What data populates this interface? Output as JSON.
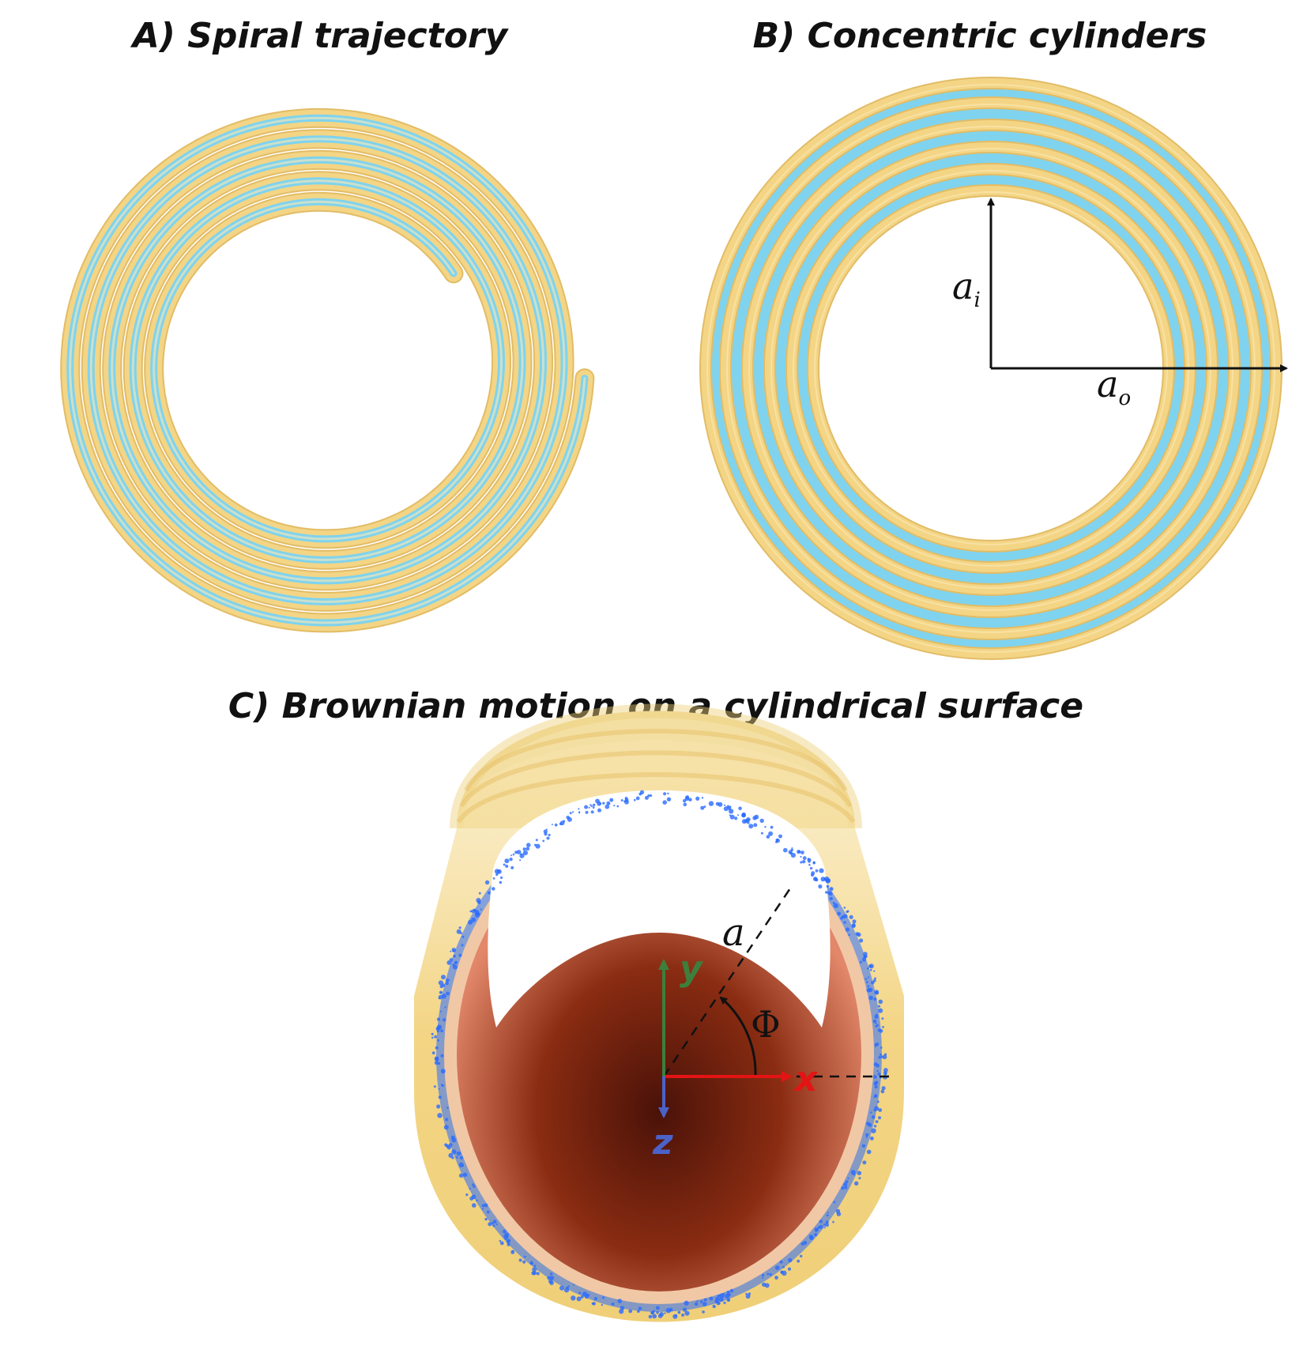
{
  "panels": {
    "a": {
      "title": "A) Spiral trajectory"
    },
    "b": {
      "title": "B) Concentric cylinders",
      "inner_radius_label": "a",
      "inner_radius_sub": "i",
      "outer_radius_label": "a",
      "outer_radius_sub": "o"
    },
    "c": {
      "title": "C) Brownian motion on a cylindrical surface",
      "radius_label": "a",
      "angle_label": "Φ",
      "x_label": "x",
      "y_label": "y",
      "z_label": "z"
    }
  },
  "colors": {
    "tube_gold": "#f3d585",
    "tube_highlight": "#fbeab8",
    "fluid_blue": "#7fd3ee",
    "axis_x": "#e41414",
    "axis_y": "#3d7f3d",
    "axis_z": "#4b62c8",
    "particles": "#2a6cff"
  }
}
